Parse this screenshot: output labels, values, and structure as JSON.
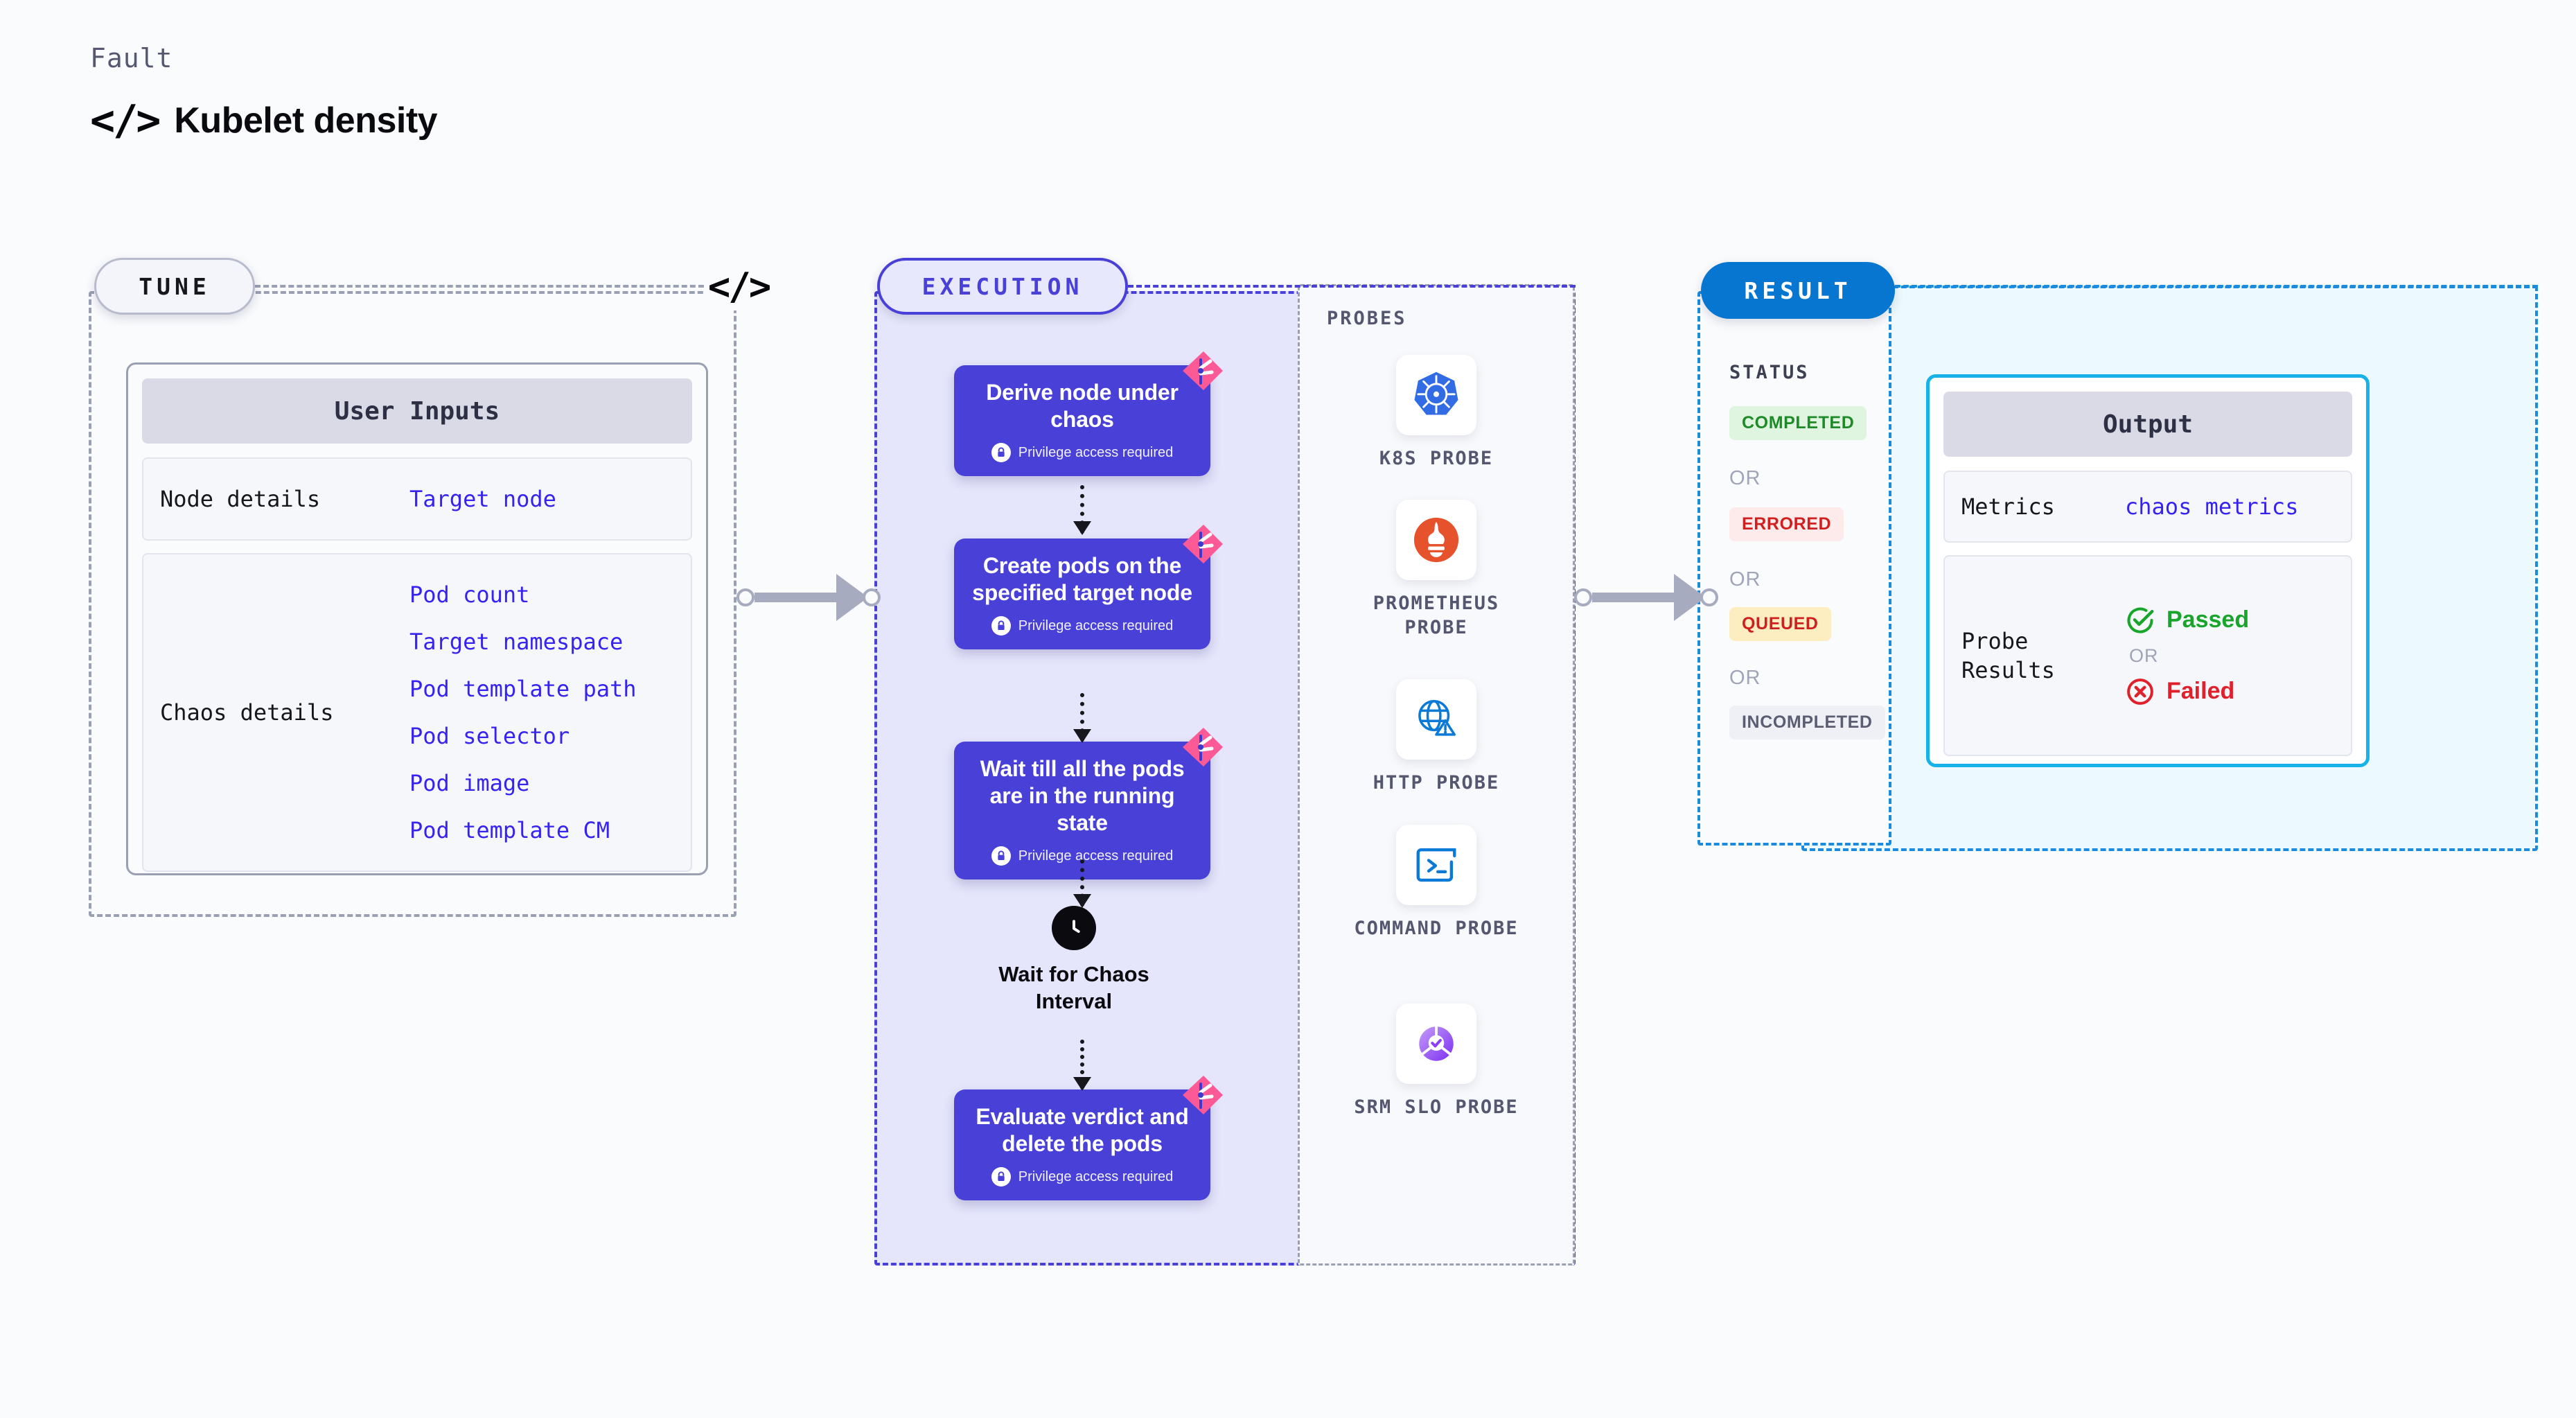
{
  "header": {
    "kicker": "Fault",
    "code_icon": "</>",
    "title": "Kubelet density"
  },
  "tune": {
    "chip_label": "TUNE",
    "code_icon": "</>",
    "panel_title": "User Inputs",
    "rows": [
      {
        "key": "Node details",
        "values": [
          "Target node"
        ]
      },
      {
        "key": "Chaos details",
        "values": [
          "Pod count",
          "Target namespace",
          "Pod template path",
          "Pod selector",
          "Pod image",
          "Pod template CM"
        ]
      }
    ]
  },
  "execution": {
    "chip_label": "EXECUTION",
    "privilege_text": "Privilege access required",
    "nodes": [
      {
        "title": "Derive node under chaos",
        "privileged": true
      },
      {
        "title": "Create pods on the specified target node",
        "privileged": true
      },
      {
        "title": "Wait till all the pods are in the running state",
        "privileged": true
      },
      {
        "title": "Evaluate verdict and delete the pods",
        "privileged": true
      }
    ],
    "wait_node": {
      "icon": "clock-icon",
      "label": "Wait for Chaos Interval"
    }
  },
  "probes": {
    "title": "PROBES",
    "items": [
      {
        "label": "K8S PROBE",
        "icon": "kubernetes-icon"
      },
      {
        "label": "PROMETHEUS PROBE",
        "icon": "prometheus-icon"
      },
      {
        "label": "HTTP PROBE",
        "icon": "http-globe-warning-icon"
      },
      {
        "label": "COMMAND PROBE",
        "icon": "terminal-icon"
      },
      {
        "label": "SRM SLO PROBE",
        "icon": "srm-slo-donut-check-icon"
      }
    ]
  },
  "result": {
    "chip_label": "RESULT",
    "status_title": "STATUS",
    "or_label": "OR",
    "statuses": [
      {
        "label": "COMPLETED",
        "fg": "#1d8b28",
        "bg": "#dff5e0"
      },
      {
        "label": "ERRORED",
        "fg": "#cf1f1f",
        "bg": "#fdeaea"
      },
      {
        "label": "QUEUED",
        "fg": "#cf1f1f",
        "bg": "#fdeec2"
      },
      {
        "label": "INCOMPLETED",
        "fg": "#5b5d72",
        "bg": "#eef0f5"
      }
    ],
    "output": {
      "panel_title": "Output",
      "metrics_key": "Metrics",
      "metrics_value": "chaos metrics",
      "probe_key": "Probe\nResults",
      "passed_label": "Passed",
      "failed_label": "Failed",
      "or_label": "OR",
      "passed_color": "#17a52a",
      "failed_color": "#e0202a"
    }
  },
  "colors": {
    "accent_purple": "#4940d8",
    "accent_blue": "#0676d0",
    "link_blue": "#3723f0",
    "ribbon_pink": "#fb5a96"
  }
}
